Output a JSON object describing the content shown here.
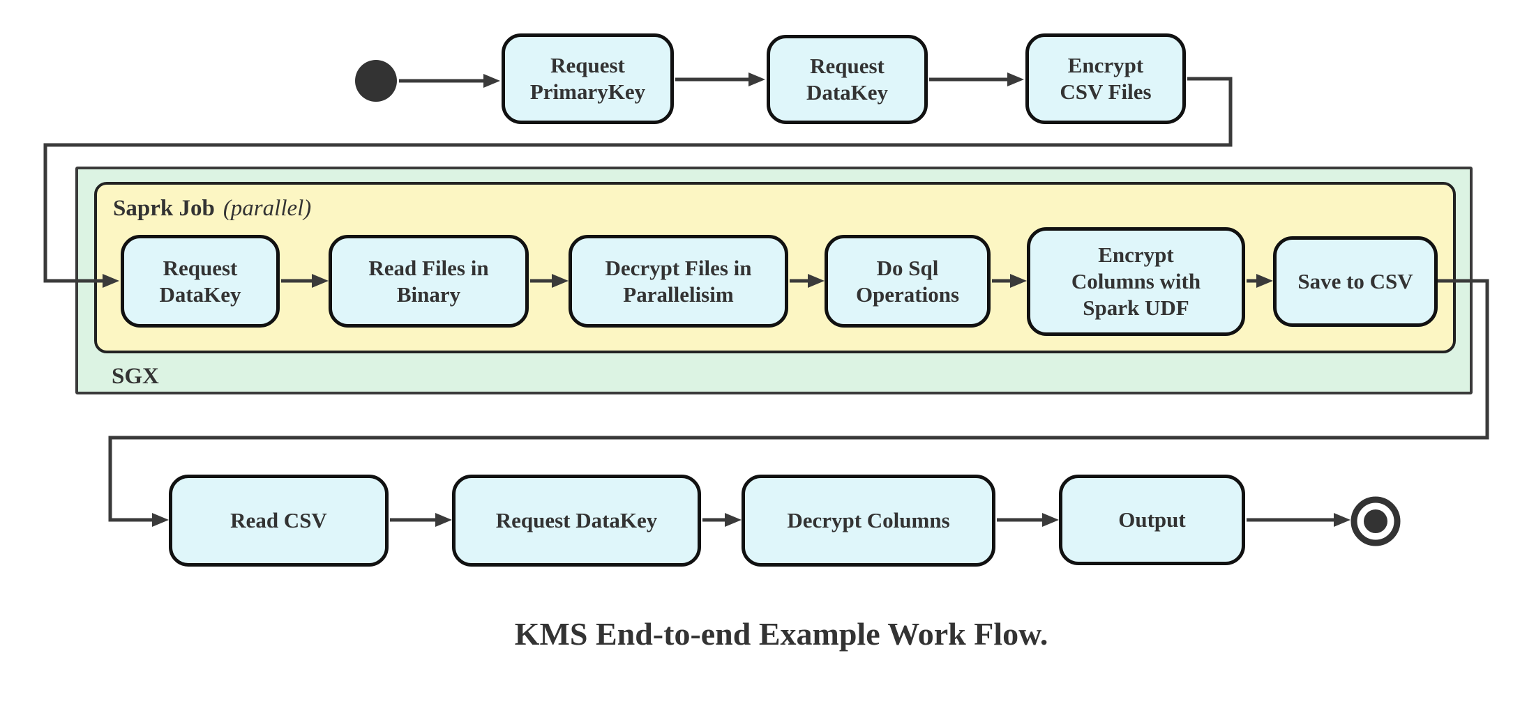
{
  "title": "KMS End-to-end Example Work Flow.",
  "containers": {
    "sgx": {
      "label": "SGX"
    },
    "spark_job": {
      "label_bold": "Saprk Job",
      "label_italic": "(parallel)"
    }
  },
  "flow_top": [
    {
      "id": "request-primarykey",
      "label": "Request\nPrimaryKey"
    },
    {
      "id": "request-datakey",
      "label": "Request\nDataKey"
    },
    {
      "id": "encrypt-csv-files",
      "label": "Encrypt\nCSV Files"
    }
  ],
  "flow_sgx": [
    {
      "id": "request-datakey-sgx",
      "label": "Request\nDataKey"
    },
    {
      "id": "read-files-in-binary",
      "label": "Read Files in\nBinary"
    },
    {
      "id": "decrypt-files-in-parallelisim",
      "label": "Decrypt Files in\nParallelisim"
    },
    {
      "id": "do-sql-operations",
      "label": "Do Sql\nOperations"
    },
    {
      "id": "encrypt-columns-with-spark-udf",
      "label": "Encrypt\nColumns with\nSpark UDF"
    },
    {
      "id": "save-to-csv",
      "label": "Save to CSV"
    }
  ],
  "flow_bottom": [
    {
      "id": "read-csv",
      "label": "Read CSV"
    },
    {
      "id": "request-datakey-2",
      "label": "Request DataKey"
    },
    {
      "id": "decrypt-columns",
      "label": "Decrypt Columns"
    },
    {
      "id": "output",
      "label": "Output"
    }
  ],
  "markers": {
    "start": "start-state",
    "end": "end-state"
  },
  "colors": {
    "node_fill": "#dff6fa",
    "node_border": "#111111",
    "container_spark_fill": "#fcf6c3",
    "container_spark_border": "#222222",
    "container_sgx_fill": "#dcf3e3",
    "container_sgx_border": "#3a3a3a",
    "connector": "#3a3a3a",
    "text": "#333333",
    "start_end": "#333333"
  }
}
